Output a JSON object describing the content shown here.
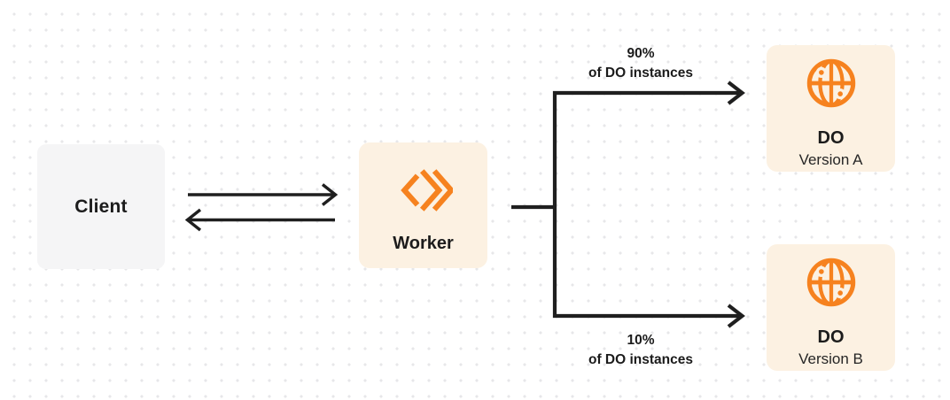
{
  "diagram": {
    "description": "Worker routing traffic between two Durable Object versions",
    "colors": {
      "accent_orange": "#F6821F",
      "node_cream_bg": "#FCF1E2",
      "node_gray_bg": "#F5F5F6",
      "edge_line": "#1F1F1F",
      "text": "#1C1C1C",
      "grid_dot": "#E7E7E9"
    },
    "nodes": {
      "client": {
        "label": "Client"
      },
      "worker": {
        "label": "Worker",
        "icon": "cloudflare-workers-icon"
      },
      "do_version_a": {
        "title": "DO",
        "subtitle": "Version A",
        "icon": "durable-object-globe-icon"
      },
      "do_version_b": {
        "title": "DO",
        "subtitle": "Version B",
        "icon": "durable-object-globe-icon"
      }
    },
    "edges": {
      "client_worker": {
        "type": "bidirectional-arrows"
      },
      "branch_top": {
        "percent": "90%",
        "caption": "of DO instances",
        "target": "do_version_a"
      },
      "branch_bottom": {
        "percent": "10%",
        "caption": "of DO instances",
        "target": "do_version_b"
      }
    }
  }
}
